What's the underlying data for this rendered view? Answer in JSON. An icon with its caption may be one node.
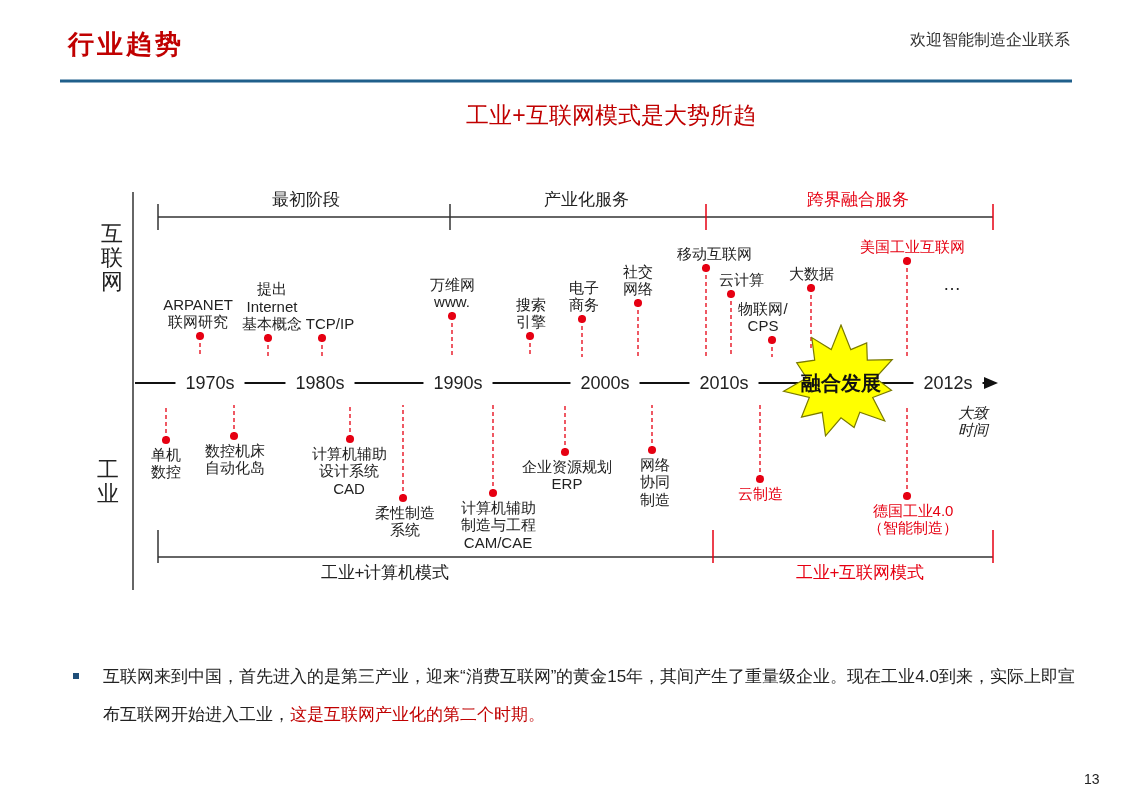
{
  "diagram": {
    "title": "工业+互联网模式是大势所趋",
    "nodes": [
      {
        "text": [
          "ARPANET 联网研究"
        ]
      },
      {
        "text": [
          "提出 Internet 基本概念"
        ]
      },
      {
        "text": [
          "TCP/IP"
        ]
      },
      {
        "text": [
          "万维网 www."
        ]
      },
      {
        "text": [
          "搜索引擎"
        ]
      },
      {
        "text": [
          "电子商务"
        ]
      },
      {
        "text": [
          "社交网络"
        ]
      },
      {
        "text": [
          "移动互联网"
        ]
      },
      {
        "text": [
          "云计算"
        ]
      },
      {
        "text": [
          "物联网/ CPS"
        ]
      },
      {
        "text": [
          "大数据"
        ]
      },
      {
        "text": [
          "美国工业互联网"
        ]
      },
      {
        "text": [
          "融合发展"
        ]
      },
      {
        "text": [
          "单机数控"
        ]
      },
      {
        "text": [
          "数控机床自动化岛"
        ]
      },
      {
        "text": [
          "计算机辅助设计系统 CAD"
        ]
      },
      {
        "text": [
          "柔性制造系统"
        ]
      },
      {
        "text": [
          "计算机辅助制造与工程 CAM/CAE"
        ]
      },
      {
        "text": [
          "企业资源规划 ERP"
        ]
      },
      {
        "text": [
          "网络协同制造"
        ]
      },
      {
        "text": [
          "云制造"
        ]
      },
      {
        "text": [
          "德国工业4.0（智能制造）"
        ]
      }
    ],
    "edges": [
      {
        "from": 0,
        "to": null,
        "arrow": "other",
        "style": "dashed"
      },
      {
        "from": 1,
        "to": null,
        "arrow": "other",
        "style": "dashed"
      },
      {
        "from": 2,
        "to": null,
        "arrow": "other",
        "style": "dashed"
      },
      {
        "from": 3,
        "to": null,
        "arrow": "other",
        "style": "dashed"
      },
      {
        "from": 4,
        "to": null,
        "arrow": "other",
        "style": "dashed"
      },
      {
        "from": 5,
        "to": null,
        "arrow": "other",
        "style": "dashed"
      },
      {
        "from": 6,
        "to": null,
        "arrow": "other",
        "style": "dashed"
      },
      {
        "from": 7,
        "to": null,
        "arrow": "other",
        "style": "dashed"
      },
      {
        "from": 8,
        "to": null,
        "arrow": "other",
        "style": "dashed"
      },
      {
        "from": 9,
        "to": null,
        "arrow": "other",
        "style": "dashed"
      },
      {
        "from": 10,
        "to": 12,
        "arrow": "other",
        "style": "dashed"
      },
      {
        "from": 11,
        "to": null,
        "arrow": "other",
        "style": "dashed"
      },
      {
        "from": 13,
        "to": null,
        "arrow": "other",
        "style": "dashed"
      },
      {
        "from": 14,
        "to": null,
        "arrow": "other",
        "style": "dashed"
      },
      {
        "from": 15,
        "to": null,
        "arrow": "other",
        "style": "dashed"
      },
      {
        "from": 16,
        "to": null,
        "arrow": "other",
        "style": "dashed"
      },
      {
        "from": 17,
        "to": null,
        "arrow": "other",
        "style": "dashed"
      },
      {
        "from": 18,
        "to": null,
        "arrow": "other",
        "style": "dashed"
      },
      {
        "from": 19,
        "to": null,
        "arrow": "other",
        "style": "dashed"
      },
      {
        "from": 20,
        "to": null,
        "arrow": "other",
        "style": "dashed"
      },
      {
        "from": 21,
        "to": null,
        "arrow": "other",
        "style": "dashed"
      }
    ],
    "labels": [
      "行业趋势",
      "欢迎智能制造企业联系",
      "最初阶段",
      "产业化服务",
      "跨界融合服务",
      "互联网",
      "1970s",
      "1980s",
      "1990s",
      "2000s",
      "2010s",
      "2012s",
      "…",
      "大致时间",
      "工业",
      "工业+计算机模式",
      "工业+互联网模式",
      "互联网来到中国，首先进入的是第三产业，迎来“消费互联网”的黄金15年，其间产生了重量级企业。现在工业4.0到来，实际上即宣布互联网开始进入工业，",
      "这是互联网产业化的第二个时期。",
      "13"
    ]
  }
}
